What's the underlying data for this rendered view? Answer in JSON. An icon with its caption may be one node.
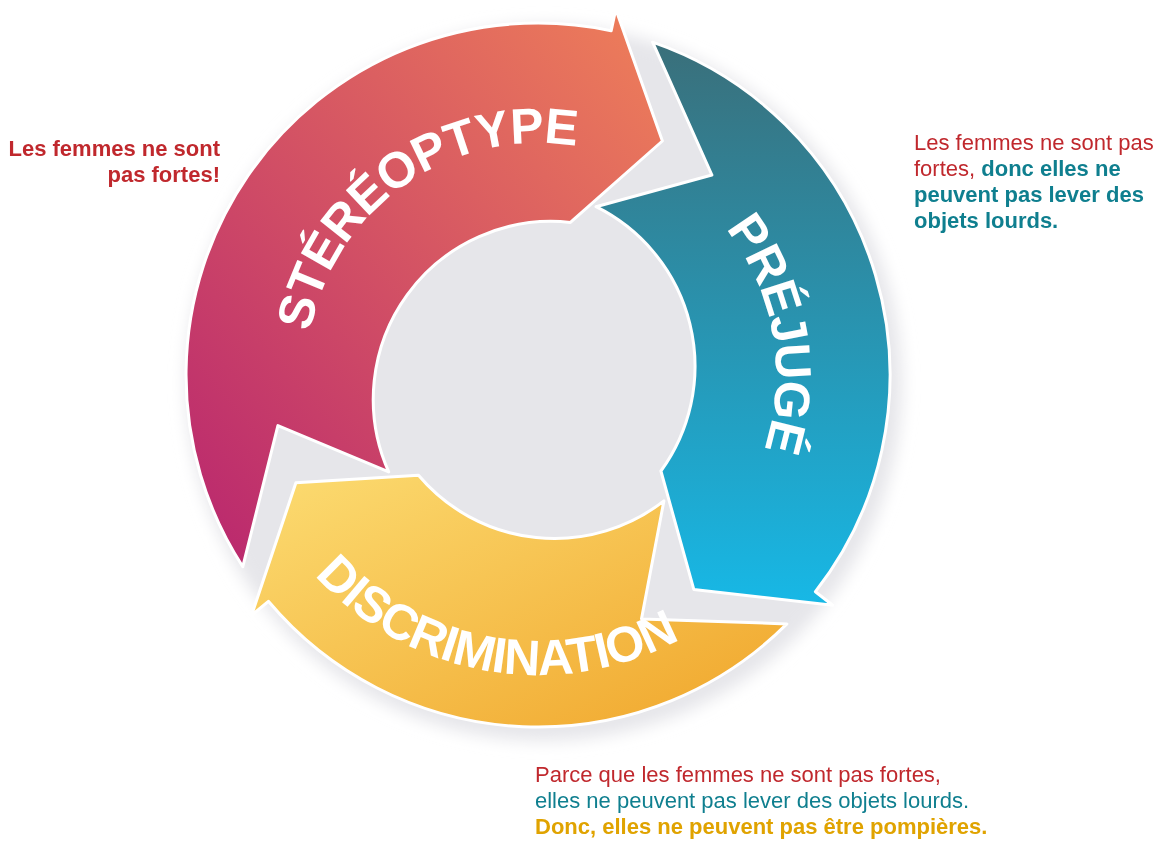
{
  "diagram": {
    "nodes": [
      {
        "text": [
          "STÉRÉOPTYPE"
        ],
        "beside": [
          "Les femmes ne sont pas fortes!"
        ]
      },
      {
        "text": [
          "PRÉJUGÉ"
        ],
        "beside": [
          "Les femmes ne sont pas fortes, **donc elles ne peuvent pas lever des objets lourds.**"
        ]
      },
      {
        "text": [
          "DISCRIMINATION"
        ],
        "beside": [
          "Parce que les femmes ne sont pas fortes,",
          "elles ne peuvent pas lever des objets lourds.",
          "Donc, elles ne peuvent pas être pompières."
        ]
      }
    ]
  }
}
